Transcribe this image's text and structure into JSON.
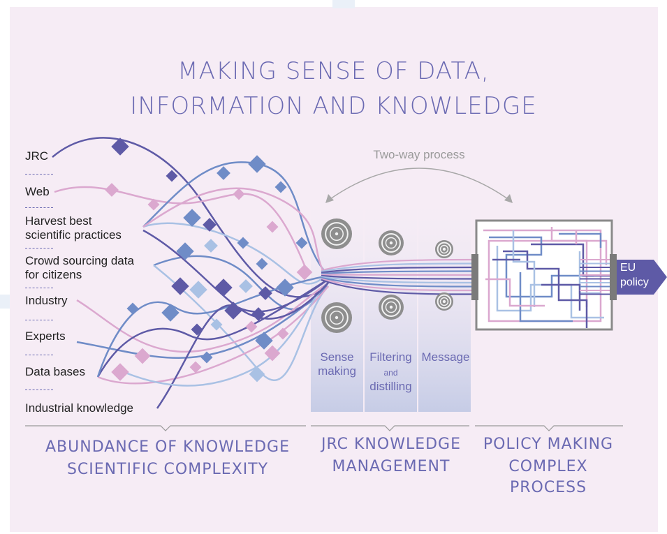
{
  "title": {
    "line1": "MAKING SENSE OF DATA,",
    "line2": "INFORMATION AND KNOWLEDGE"
  },
  "sources": [
    {
      "line1": "JRC",
      "line2": ""
    },
    {
      "line1": "Web",
      "line2": ""
    },
    {
      "line1": "Harvest best",
      "line2": "scientific practices"
    },
    {
      "line1": "Crowd sourcing data",
      "line2": "for citizens"
    },
    {
      "line1": "Industry",
      "line2": ""
    },
    {
      "line1": "Experts",
      "line2": ""
    },
    {
      "line1": "Data bases",
      "line2": ""
    },
    {
      "line1": "Industrial knowledge",
      "line2": ""
    }
  ],
  "process": {
    "two_way": "Two-way process",
    "stages": [
      {
        "line1": "Sense",
        "line2": "making"
      },
      {
        "line1": "Filtering",
        "small": "and",
        "line2": "distilling"
      },
      {
        "line1": "Message",
        "line2": ""
      }
    ],
    "output": {
      "line1": "EU",
      "line2": "policy"
    }
  },
  "sections": [
    {
      "line1": "ABUNDANCE OF KNOWLEDGE",
      "line2": "SCIENTIFIC COMPLEXITY"
    },
    {
      "line1": "JRC KNOWLEDGE",
      "line2": "MANAGEMENT"
    },
    {
      "line1": "POLICY MAKING",
      "line2": "COMPLEX PROCESS"
    }
  ],
  "colors": {
    "dark_purple": "#5e5aa6",
    "mid_blue": "#6f8cc7",
    "light_blue": "#a9c1e4",
    "pink": "#dba8cf",
    "title": "#6b6ab2",
    "background": "#f6ecf5"
  }
}
